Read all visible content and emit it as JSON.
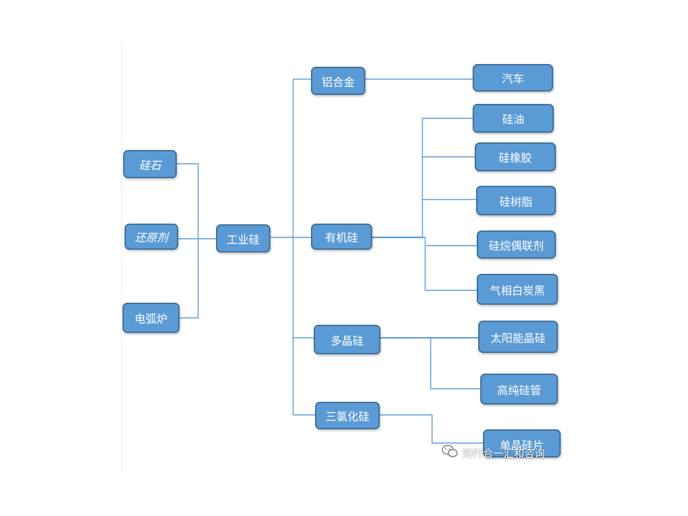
{
  "inputs": [
    {
      "id": "guishi",
      "label": "硅石"
    },
    {
      "id": "huanyuanji",
      "label": "还原剂"
    },
    {
      "id": "diantulu",
      "label": "电弧炉"
    }
  ],
  "core": {
    "id": "gongyegui",
    "label": "工业硅"
  },
  "products": [
    {
      "id": "lvhejin",
      "label": "铝合金"
    },
    {
      "id": "youjigui",
      "label": "有机硅"
    },
    {
      "id": "duojinggui",
      "label": "多晶硅"
    },
    {
      "id": "sanlvhuagui",
      "label": "三氯化硅"
    }
  ],
  "applications": [
    {
      "id": "qiche",
      "label": "汽车"
    },
    {
      "id": "guiyou",
      "label": "硅油"
    },
    {
      "id": "guixiangjiao",
      "label": "硅橡胶"
    },
    {
      "id": "guishuzhi",
      "label": "硅树脂"
    },
    {
      "id": "guiwanouji",
      "label": "硅烷偶联剂"
    },
    {
      "id": "qixiang",
      "label": "气相白炭黑"
    },
    {
      "id": "taiyangneng",
      "label": "太阳能晶硅"
    },
    {
      "id": "gaochun",
      "label": "高纯硅管"
    },
    {
      "id": "danjing",
      "label": "单晶硅片"
    }
  ],
  "watermark": {
    "text": "知行合一汇和咨询",
    "icon": "wechat-icon"
  },
  "colors": {
    "node_fill": "#5b9bd5",
    "node_border": "#41719c",
    "connector": "#5b9bd5"
  }
}
